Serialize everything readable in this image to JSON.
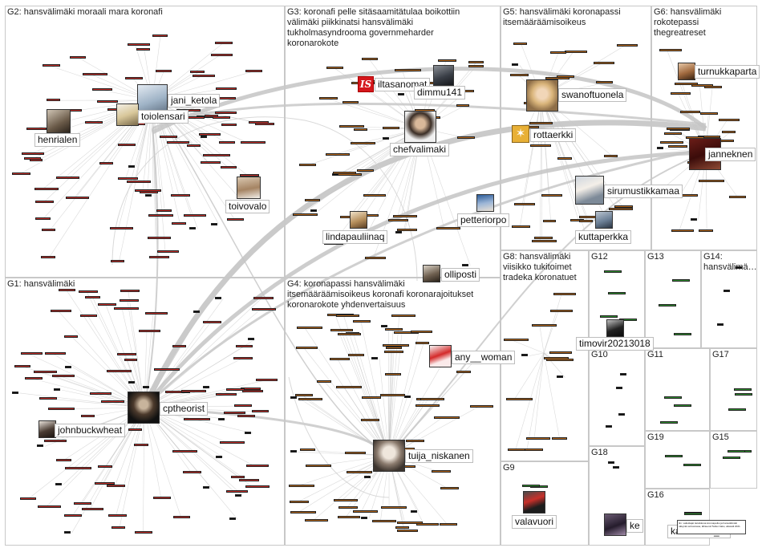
{
  "colors": {
    "red_node": "#c8302a",
    "orange_node": "#b86a1e",
    "green_node": "#2f8f2f",
    "edge": "#bdbdbd",
    "thick_edge": "#c4c4c4",
    "group_border": "#c8c8c8"
  },
  "groups": [
    {
      "id": "G1",
      "label": "G1: hansvälimäki"
    },
    {
      "id": "G2",
      "label": "G2: hansvälimäki moraali mara koronafi"
    },
    {
      "id": "G3",
      "label": "G3: koronafi pelle sitäsaamitätulaa boikottiin\nvälimäki piikkinatsi hansvälimäki\ntukholmasyndrooma governmeharder\nkoronarokote"
    },
    {
      "id": "G4",
      "label": "G4: koronapassi hansvälimäki\nitsemääräämisoikeus koronafi koronarajoitukset\nkoronarokote yhdenvertaisuus"
    },
    {
      "id": "G5",
      "label": "G5: hansvälimäki koronapassi\nitsemääräämisoikeus"
    },
    {
      "id": "G6",
      "label": "G6: hansvälimäki\nrokotepassi\nthegreatreset"
    },
    {
      "id": "G8",
      "label": "G8: hansvälimäki\nviisikko tukitoimet\ntradeka koronatuet"
    },
    {
      "id": "G9",
      "label": "G9"
    },
    {
      "id": "G10",
      "label": "G10"
    },
    {
      "id": "G11",
      "label": "G11"
    },
    {
      "id": "G12",
      "label": "G12"
    },
    {
      "id": "G13",
      "label": "G13"
    },
    {
      "id": "G14",
      "label": "G14:\nhansvälimä…"
    },
    {
      "id": "G15",
      "label": "G15"
    },
    {
      "id": "G16",
      "label": "G16"
    },
    {
      "id": "G17",
      "label": "G17"
    },
    {
      "id": "G18",
      "label": "G18"
    },
    {
      "id": "G19",
      "label": "G19"
    }
  ],
  "vertices": [
    {
      "name": "jani_ketola",
      "icon": "profile-photo"
    },
    {
      "name": "toiolensari",
      "icon": "profile-photo"
    },
    {
      "name": "henrialen",
      "icon": "profile-photo"
    },
    {
      "name": "toivovalo",
      "icon": "profile-photo"
    },
    {
      "name": "iltasanomat",
      "icon": "is-logo"
    },
    {
      "name": "dimmu141",
      "icon": "profile-photo"
    },
    {
      "name": "chefvalimaki",
      "icon": "profile-photo"
    },
    {
      "name": "lindapauliinaq",
      "icon": "profile-photo"
    },
    {
      "name": "petteriorpo",
      "icon": "profile-photo"
    },
    {
      "name": "olliposti",
      "icon": "profile-photo"
    },
    {
      "name": "swanoftuonela",
      "icon": "profile-photo"
    },
    {
      "name": "rottaerkki",
      "icon": "star-logo"
    },
    {
      "name": "sirumustikkamaa",
      "icon": "profile-photo"
    },
    {
      "name": "kuttaperkka",
      "icon": "profile-photo"
    },
    {
      "name": "turnukkaparta",
      "icon": "profile-photo"
    },
    {
      "name": "janneknen",
      "icon": "profile-photo"
    },
    {
      "name": "cptheorist",
      "icon": "profile-photo"
    },
    {
      "name": "johnbuckwheat",
      "icon": "profile-photo"
    },
    {
      "name": "any__woman",
      "icon": "profile-photo"
    },
    {
      "name": "tuija_niskanen",
      "icon": "profile-photo"
    },
    {
      "name": "timovir20213018",
      "icon": "profile-photo"
    },
    {
      "name": "valavuori",
      "icon": "profile-photo"
    },
    {
      "name": "ke",
      "icon": "profile-photo"
    },
    {
      "name": "kalleholeu_m",
      "icon": "profile-photo"
    }
  ],
  "note_text": "Ilm. vaikuttajat tietoikkuna koronapelko ja hansvälimäki näkyvät verkostossa, lähteenä Twitter-haku, aikaväli 2021."
}
